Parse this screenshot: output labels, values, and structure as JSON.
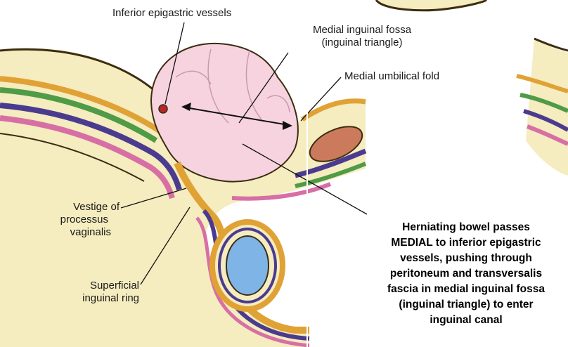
{
  "labels": {
    "inferior_epigastric_vessels": "Inferior epigastric vessels",
    "medial_inguinal_fossa_line1": "Medial inguinal fossa",
    "medial_inguinal_fossa_line2": "(inguinal triangle)",
    "medial_umbilical_fold": "Medial umbilical fold",
    "vestige_line1": "Vestige of",
    "vestige_line2": "processus",
    "vestige_line3": "vaginalis",
    "superficial_ring_line1": "Superficial",
    "superficial_ring_line2": "inguinal ring",
    "hernia_caption_lines": [
      "Herniating bowel passes",
      "MEDIAL to inferior epigastric",
      "vessels, pushing through",
      "peritoneum and transversalis",
      "fascia in medial inguinal fossa",
      "(inguinal triangle) to enter",
      "inguinal canal"
    ]
  },
  "colors": {
    "fat": "#f5ecbf",
    "fat_dark": "#e8d896",
    "peritoneum": "#3b2c12",
    "orange_layer": "#e0a235",
    "green_layer": "#4f9b46",
    "purple_layer": "#4b3b8f",
    "pink_layer": "#d76fa5",
    "hernia_sac": "#f6d3df",
    "testis": "#7fb4e6",
    "muscle": "#cc7a5c",
    "vessel": "#b3272c"
  }
}
